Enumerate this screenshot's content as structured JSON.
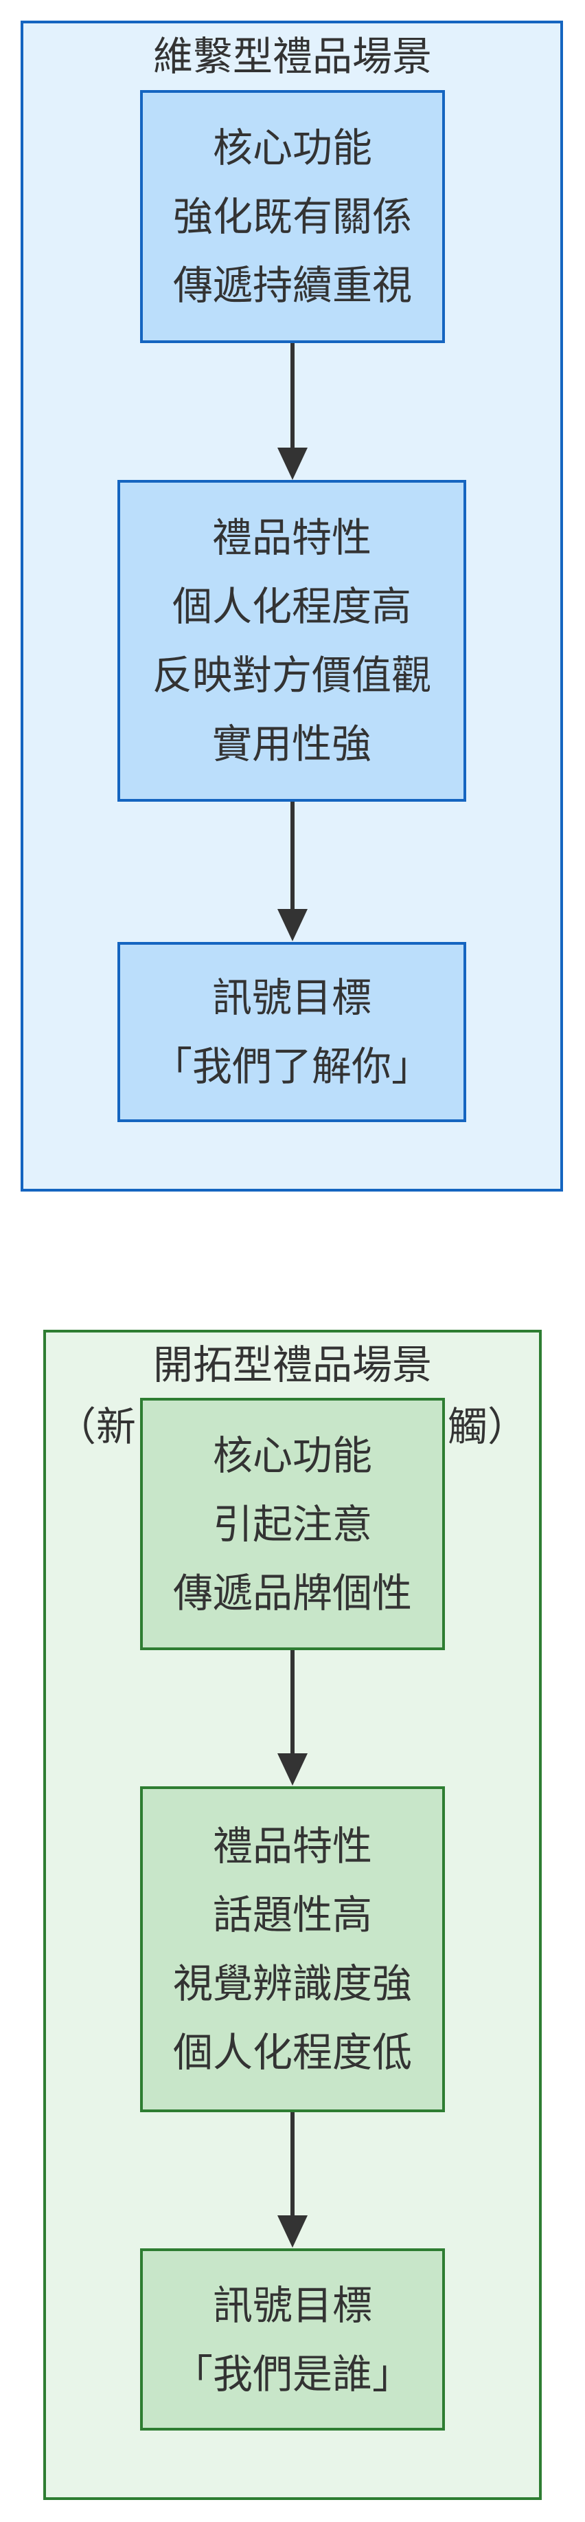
{
  "colors": {
    "blue_bg": "#e3f2fd",
    "blue_border": "#1565c0",
    "blue_node": "#bbdefb",
    "green_bg": "#e8f5e9",
    "green_border": "#2e7d32",
    "green_node": "#c8e6c9"
  },
  "maintain": {
    "title": "維繫型禮品場景",
    "nodes": [
      {
        "lines": [
          "核心功能",
          "強化既有關係",
          "傳遞持續重視"
        ]
      },
      {
        "lines": [
          "禮品特性",
          "個人化程度高",
          "反映對方價值觀",
          "實用性強"
        ]
      },
      {
        "lines": [
          "訊號目標",
          "「我們了解你」"
        ]
      }
    ]
  },
  "explore": {
    "title": "開拓型禮品場景",
    "subtitle_left": "（新",
    "subtitle_right": "觸）",
    "nodes": [
      {
        "lines": [
          "核心功能",
          "引起注意",
          "傳遞品牌個性"
        ]
      },
      {
        "lines": [
          "禮品特性",
          "話題性高",
          "視覺辨識度強",
          "個人化程度低"
        ]
      },
      {
        "lines": [
          "訊號目標",
          "「我們是誰」"
        ]
      }
    ]
  }
}
